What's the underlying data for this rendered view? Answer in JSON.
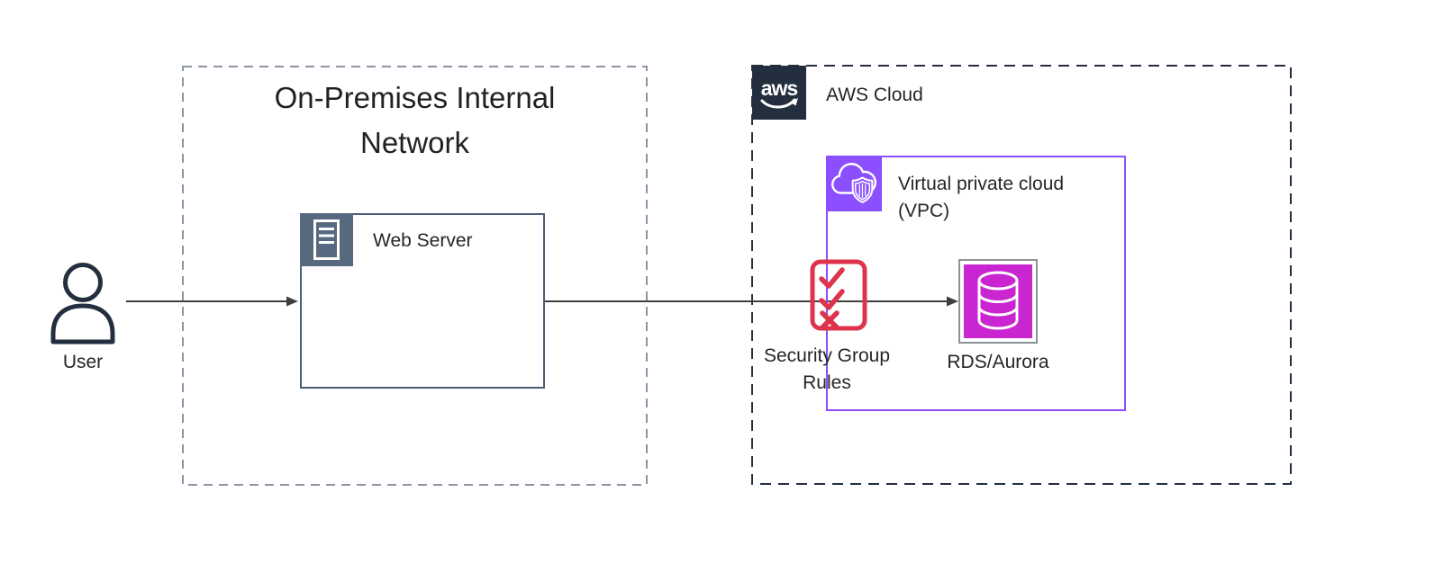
{
  "user": {
    "label": "User"
  },
  "on_premises": {
    "title": [
      "On-Premises Internal",
      "Network"
    ]
  },
  "web_server": {
    "label": "Web Server"
  },
  "aws_cloud": {
    "label": "AWS Cloud",
    "logo": "aws"
  },
  "vpc": {
    "label": [
      "Virtual private cloud",
      "(VPC)"
    ]
  },
  "security_group": {
    "label": [
      "Security Group",
      "Rules"
    ]
  },
  "rds": {
    "label": "RDS/Aurora"
  },
  "colors": {
    "navy": "#232F3E",
    "slate_icon": "#57697E",
    "web_server_border": "#4A5F75",
    "on_prem_dash": "#8B95A5",
    "vpc_purple": "#8C4FFF",
    "security_red": "#DD344C",
    "rds_magenta": "#C925D1",
    "rds_border": "#8C9398",
    "arrow": "#3F3F3F",
    "text": "#232629"
  }
}
